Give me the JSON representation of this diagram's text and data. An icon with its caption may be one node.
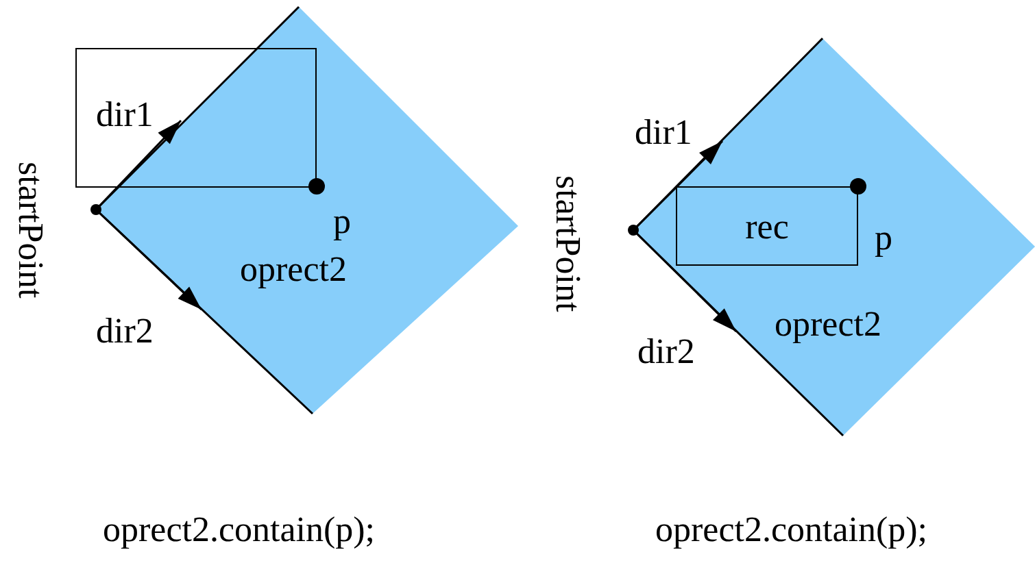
{
  "diagram": {
    "nodes": [
      {
        "text": [
          "oprect2"
        ]
      },
      {
        "text": [],
        "shape": "box"
      },
      {
        "text": [
          "oprect2"
        ]
      },
      {
        "text": [
          "rec"
        ],
        "in": 2
      }
    ],
    "labels": [
      "dir1",
      "startPoint",
      "p",
      "dir2",
      "dir1",
      "startPoint",
      "p",
      "dir2",
      "oprect2.contain(p);",
      "oprect2.contain(p);"
    ]
  }
}
